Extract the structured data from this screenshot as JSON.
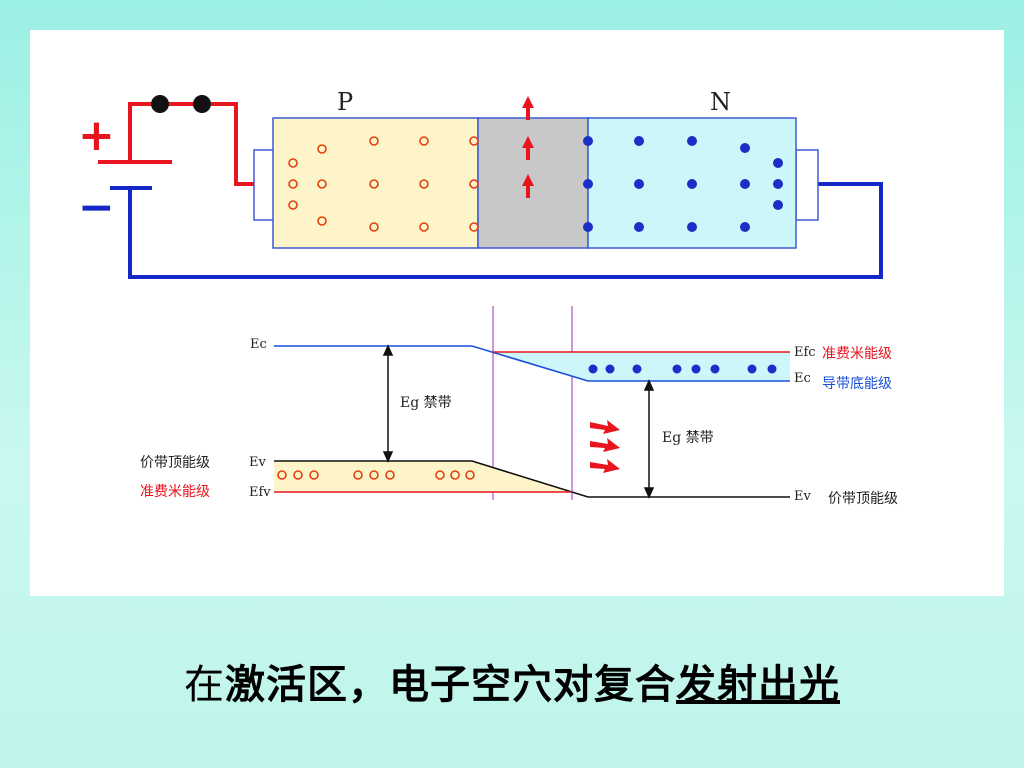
{
  "diagram": {
    "p_label": "P",
    "n_label": "N",
    "plus_sign": "+",
    "minus_sign": "−",
    "band": {
      "ec_left": "Ec",
      "ev_left": "Ev",
      "efv_left": "Efv",
      "efc_right": "Efc",
      "ec_right": "Ec",
      "ev_right": "Ev",
      "eg_left": "Eg 禁带",
      "eg_right": "Eg 禁带",
      "valence_top_left": "价带顶能级",
      "quasi_fermi_left": "准费米能级",
      "quasi_fermi_right": "准费米能级",
      "conduction_bottom_right": "导带底能级",
      "valence_top_right": "价带顶能级"
    }
  },
  "caption": {
    "first_char": "在",
    "main": "激活区，电子空穴对复合",
    "underlined": "发射出光"
  },
  "colors": {
    "p_region": "#fdf5c9",
    "n_region": "#ccf6fa",
    "depletion": "#c8c8c8",
    "wire_red": "#e8141e",
    "wire_blue": "#1428c8",
    "electron": "#1a2ec8",
    "hole": "#e04010",
    "label_red": "#e8141e",
    "label_blue": "#1a50d8"
  }
}
